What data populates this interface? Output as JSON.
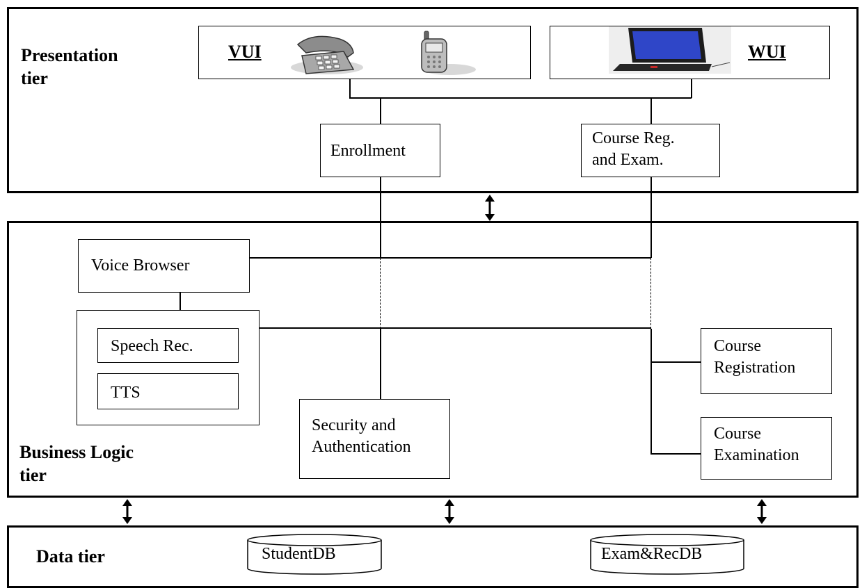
{
  "presentation": {
    "label": "Presentation\ntier",
    "vui_label": "VUI",
    "wui_label": "WUI",
    "enrollment": "Enrollment",
    "course_reg_exam": "Course Reg.\nand Exam."
  },
  "business": {
    "label": "Business Logic\ntier",
    "voice_browser": "Voice Browser",
    "speech_rec": "Speech Rec.",
    "tts": "TTS",
    "security": "Security and\nAuthentication",
    "course_registration": "Course\nRegistration",
    "course_examination": "Course\nExamination"
  },
  "data": {
    "label": "Data tier",
    "student_db": "StudentDB",
    "exam_db": "Exam&RecDB"
  }
}
